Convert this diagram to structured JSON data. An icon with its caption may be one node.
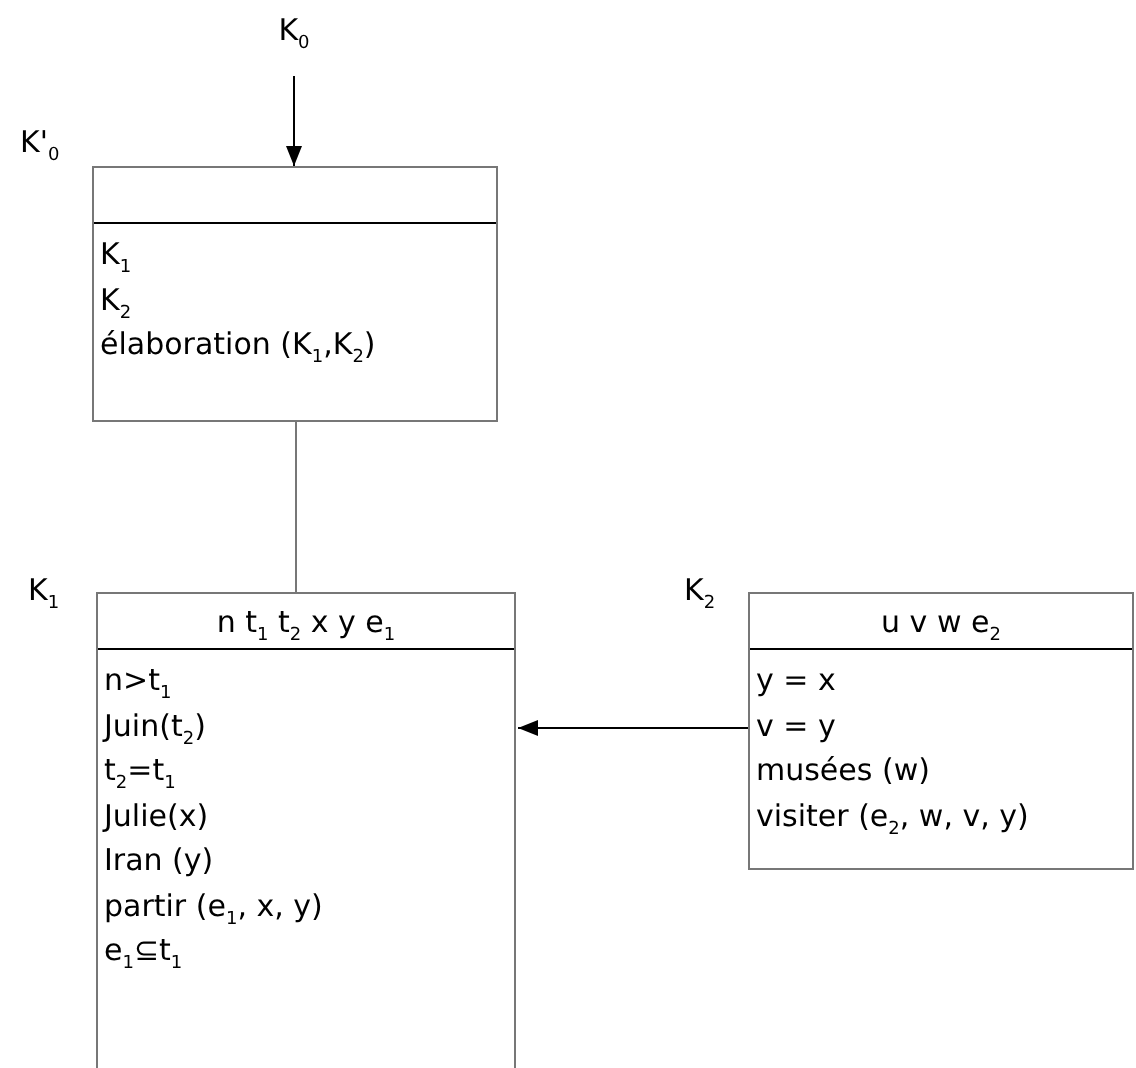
{
  "diagram": {
    "nodes": [
      {
        "text": [
          "K$_{0}$"
        ]
      },
      {
        "text": [
          "K$_{1}$",
          "K$_{2}$",
          "élaboration (K$_{1}$,K$_{2}$)"
        ],
        "beside": [
          "K'$_{0}$"
        ]
      },
      {
        "text": [
          "n t$_{1}$ t$_{2}$ x y e$_{1}$",
          "n>t$_{1}$",
          "Juin(t$_{2}$)",
          "t$_{2}$=t$_{1}$",
          "Julie(x)",
          "Iran (y)",
          "partir (e$_{1}$, x, y)",
          "e$_{1}$⊆t$_{1}$"
        ],
        "beside": [
          "K$_{1}$"
        ]
      },
      {
        "text": [
          "u v w e$_{2}$",
          "y = x",
          "v = y",
          "musées (w)",
          "visiter (e$_{2}$, w, v, y)"
        ],
        "beside": [
          "K$_{2}$"
        ]
      }
    ],
    "edges": [
      {
        "from": 0,
        "to": 1,
        "arrow": "to"
      },
      {
        "from": 1,
        "to": 2,
        "arrow": "none",
        "color": "#777777"
      },
      {
        "from": 3,
        "to": 2,
        "arrow": "to"
      }
    ]
  }
}
